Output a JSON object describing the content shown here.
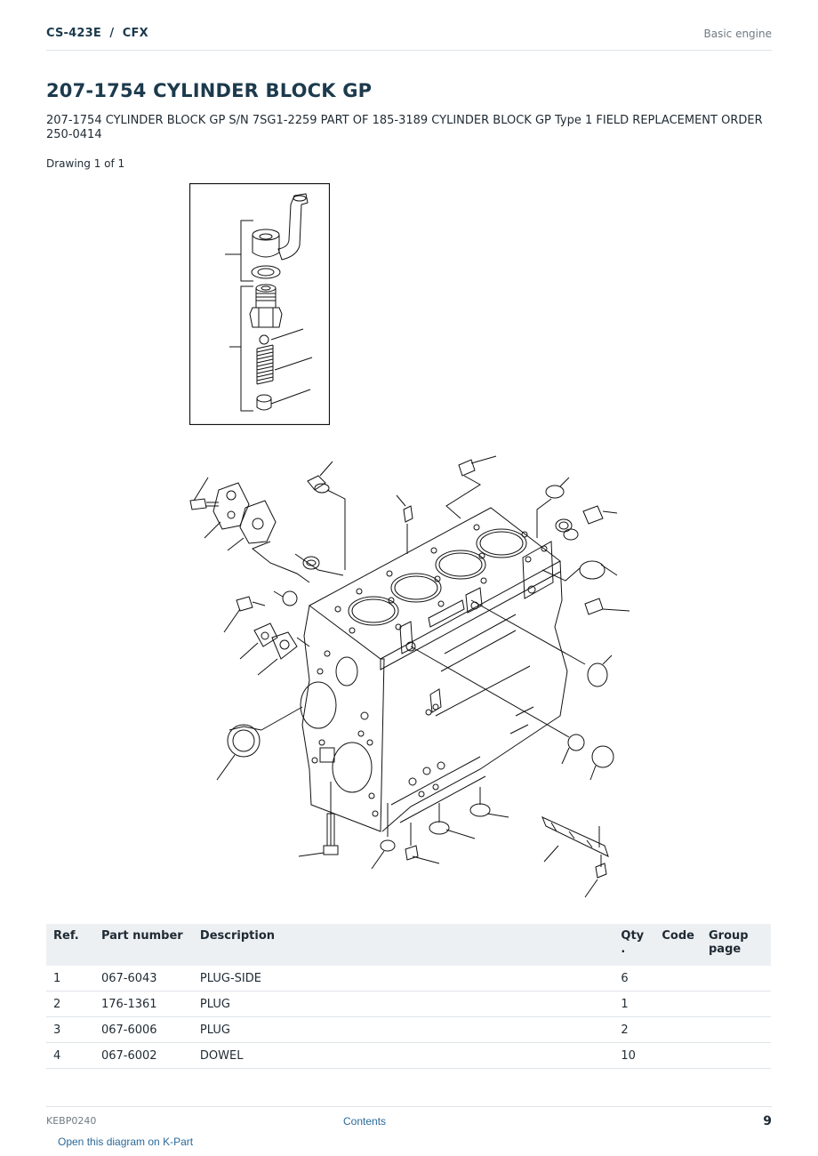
{
  "header": {
    "doc_code": "CS-423E  /  CFX",
    "section": "Basic engine"
  },
  "title": "207-1754 CYLINDER BLOCK GP",
  "subtitle": "207-1754 CYLINDER BLOCK GP S/N 7SG1-2259 PART OF 185-3189 CYLINDER BLOCK GP Type 1 FIELD REPLACEMENT ORDER 250-0414",
  "drawing_count": "Drawing 1 of 1",
  "table": {
    "headers": [
      "Ref.",
      "Part number",
      "Description",
      "Qty\n.",
      "Code",
      "Group\npage"
    ],
    "rows": [
      {
        "ref": "1",
        "part_number": "067-6043",
        "description": "PLUG-SIDE",
        "qty": "6",
        "code": "",
        "group_page": ""
      },
      {
        "ref": "2",
        "part_number": "176-1361",
        "description": "PLUG",
        "qty": "1",
        "code": "",
        "group_page": ""
      },
      {
        "ref": "3",
        "part_number": "067-6006",
        "description": "PLUG",
        "qty": "2",
        "code": "",
        "group_page": ""
      },
      {
        "ref": "4",
        "part_number": "067-6002",
        "description": "DOWEL",
        "qty": "10",
        "code": "",
        "group_page": ""
      }
    ]
  },
  "footer": {
    "doc_id": "KEBP0240",
    "contents_link": "Contents",
    "page_number": "9",
    "diagram_link": "Open this diagram on K-Part"
  }
}
